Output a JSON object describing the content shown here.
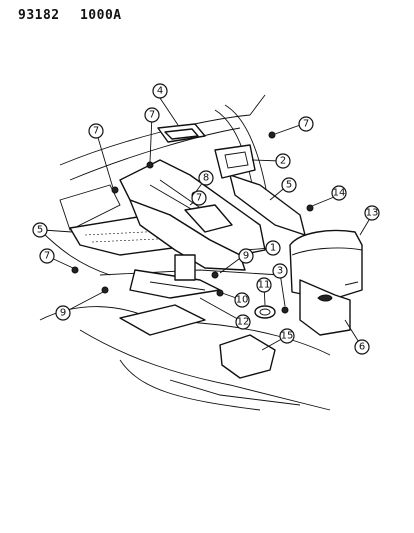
{
  "header": {
    "figure_number": "93182",
    "code": "1000A"
  },
  "callouts": [
    "1",
    "2",
    "3",
    "4",
    "5",
    "5",
    "6",
    "7",
    "7",
    "7",
    "7",
    "7",
    "8",
    "9",
    "9",
    "10",
    "11",
    "12",
    "13",
    "14",
    "15"
  ]
}
